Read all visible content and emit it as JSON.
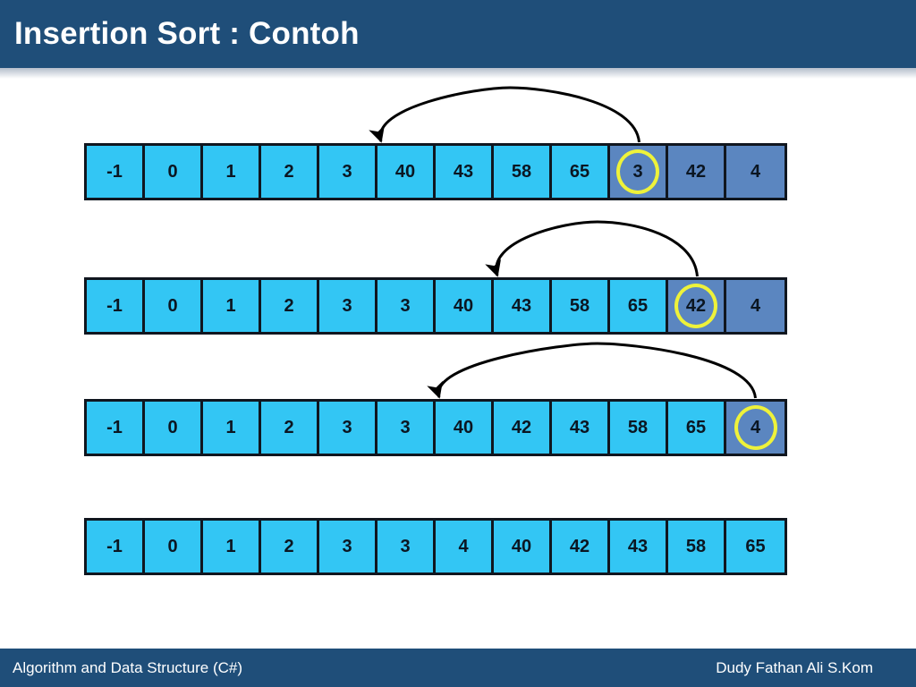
{
  "header": {
    "title": "Insertion Sort : Contoh",
    "background_color": "#1f4e79",
    "text_color": "#ffffff"
  },
  "footer": {
    "left_text": "Algorithm and Data Structure (C#)",
    "right_text": "Dudy Fathan Ali S.Kom",
    "background_color": "#1f4e79",
    "text_color": "#ffffff"
  },
  "colors": {
    "sorted_cell": "#33c6f4",
    "unsorted_cell": "#5b86c0",
    "cell_border": "#10161f",
    "highlight_ring": "#eef23a",
    "arrow": "#000000",
    "value_text": "#0b1622"
  },
  "rows": [
    {
      "name": "step-1",
      "cells": [
        {
          "value": "-1",
          "state": "sorted",
          "highlighted": false
        },
        {
          "value": "0",
          "state": "sorted",
          "highlighted": false
        },
        {
          "value": "1",
          "state": "sorted",
          "highlighted": false
        },
        {
          "value": "2",
          "state": "sorted",
          "highlighted": false
        },
        {
          "value": "3",
          "state": "sorted",
          "highlighted": false
        },
        {
          "value": "40",
          "state": "sorted",
          "highlighted": false
        },
        {
          "value": "43",
          "state": "sorted",
          "highlighted": false
        },
        {
          "value": "58",
          "state": "sorted",
          "highlighted": false
        },
        {
          "value": "65",
          "state": "sorted",
          "highlighted": false
        },
        {
          "value": "3",
          "state": "unsorted",
          "highlighted": true
        },
        {
          "value": "42",
          "state": "unsorted",
          "highlighted": false
        },
        {
          "value": "4",
          "state": "unsorted",
          "highlighted": false
        }
      ],
      "arrow": {
        "from_index": 9,
        "to_index": 5
      }
    },
    {
      "name": "step-2",
      "cells": [
        {
          "value": "-1",
          "state": "sorted",
          "highlighted": false
        },
        {
          "value": "0",
          "state": "sorted",
          "highlighted": false
        },
        {
          "value": "1",
          "state": "sorted",
          "highlighted": false
        },
        {
          "value": "2",
          "state": "sorted",
          "highlighted": false
        },
        {
          "value": "3",
          "state": "sorted",
          "highlighted": false
        },
        {
          "value": "3",
          "state": "sorted",
          "highlighted": false
        },
        {
          "value": "40",
          "state": "sorted",
          "highlighted": false
        },
        {
          "value": "43",
          "state": "sorted",
          "highlighted": false
        },
        {
          "value": "58",
          "state": "sorted",
          "highlighted": false
        },
        {
          "value": "65",
          "state": "sorted",
          "highlighted": false
        },
        {
          "value": "42",
          "state": "unsorted",
          "highlighted": true
        },
        {
          "value": "4",
          "state": "unsorted",
          "highlighted": false
        }
      ],
      "arrow": {
        "from_index": 10,
        "to_index": 7
      }
    },
    {
      "name": "step-3",
      "cells": [
        {
          "value": "-1",
          "state": "sorted",
          "highlighted": false
        },
        {
          "value": "0",
          "state": "sorted",
          "highlighted": false
        },
        {
          "value": "1",
          "state": "sorted",
          "highlighted": false
        },
        {
          "value": "2",
          "state": "sorted",
          "highlighted": false
        },
        {
          "value": "3",
          "state": "sorted",
          "highlighted": false
        },
        {
          "value": "3",
          "state": "sorted",
          "highlighted": false
        },
        {
          "value": "40",
          "state": "sorted",
          "highlighted": false
        },
        {
          "value": "42",
          "state": "sorted",
          "highlighted": false
        },
        {
          "value": "43",
          "state": "sorted",
          "highlighted": false
        },
        {
          "value": "58",
          "state": "sorted",
          "highlighted": false
        },
        {
          "value": "65",
          "state": "sorted",
          "highlighted": false
        },
        {
          "value": "4",
          "state": "unsorted",
          "highlighted": true
        }
      ],
      "arrow": {
        "from_index": 11,
        "to_index": 6
      }
    },
    {
      "name": "step-4-final",
      "cells": [
        {
          "value": "-1",
          "state": "sorted",
          "highlighted": false
        },
        {
          "value": "0",
          "state": "sorted",
          "highlighted": false
        },
        {
          "value": "1",
          "state": "sorted",
          "highlighted": false
        },
        {
          "value": "2",
          "state": "sorted",
          "highlighted": false
        },
        {
          "value": "3",
          "state": "sorted",
          "highlighted": false
        },
        {
          "value": "3",
          "state": "sorted",
          "highlighted": false
        },
        {
          "value": "4",
          "state": "sorted",
          "highlighted": false
        },
        {
          "value": "40",
          "state": "sorted",
          "highlighted": false
        },
        {
          "value": "42",
          "state": "sorted",
          "highlighted": false
        },
        {
          "value": "43",
          "state": "sorted",
          "highlighted": false
        },
        {
          "value": "58",
          "state": "sorted",
          "highlighted": false
        },
        {
          "value": "65",
          "state": "sorted",
          "highlighted": false
        }
      ],
      "arrow": null
    }
  ]
}
